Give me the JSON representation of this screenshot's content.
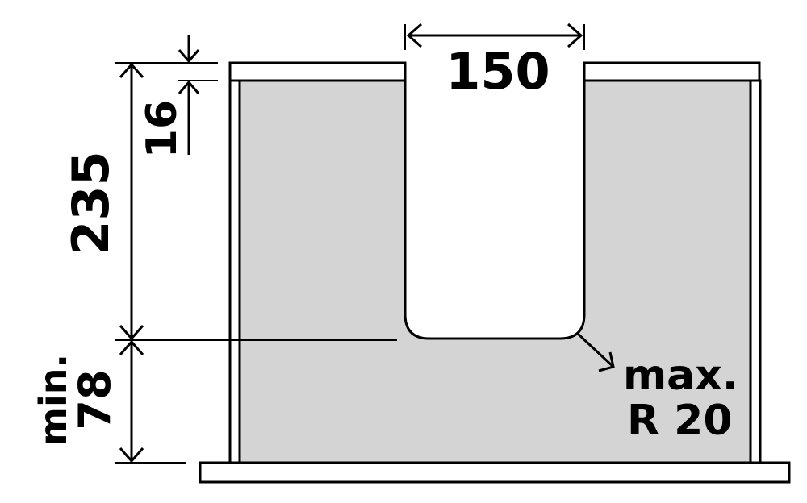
{
  "colors": {
    "panel_fill": "#d4d4d4",
    "line": "#000000",
    "background": "#ffffff"
  },
  "dimensions": {
    "top_slot_width": "150",
    "top_rim_thickness": "16",
    "slot_depth": "235",
    "min_label": "min.",
    "min_bottom_value": "78",
    "max_label": "max.",
    "corner_radius": "R 20"
  }
}
